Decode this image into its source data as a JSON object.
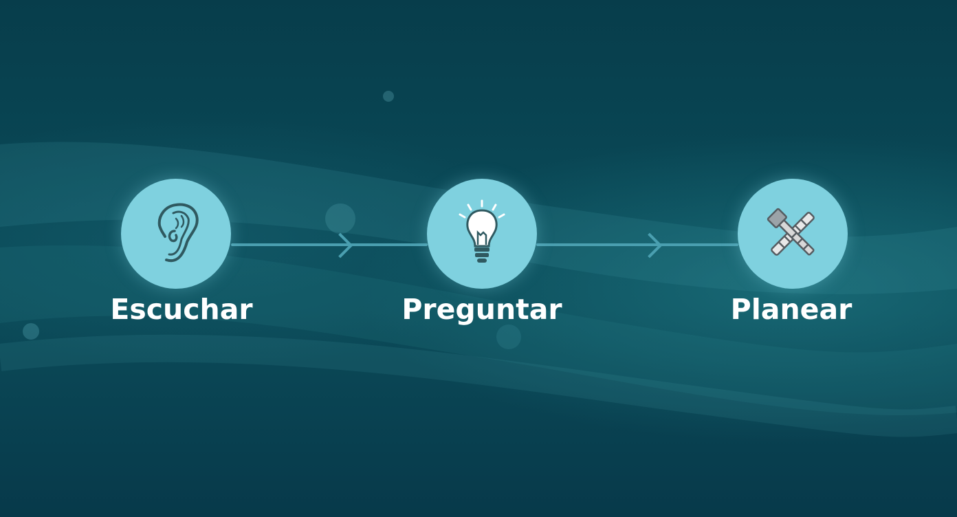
{
  "steps": [
    {
      "label": "Escuchar",
      "icon": "ear-icon"
    },
    {
      "label": "Preguntar",
      "icon": "lightbulb-icon"
    },
    {
      "label": "Planear",
      "icon": "crossed-tools-icon"
    }
  ],
  "colors": {
    "background_top": "#073d4b",
    "background_bottom": "#07394a",
    "circle_fill": "#7fd1df",
    "connector": "#4a9fb0",
    "icon_stroke": "#2f5960",
    "label_text": "#ffffff"
  }
}
